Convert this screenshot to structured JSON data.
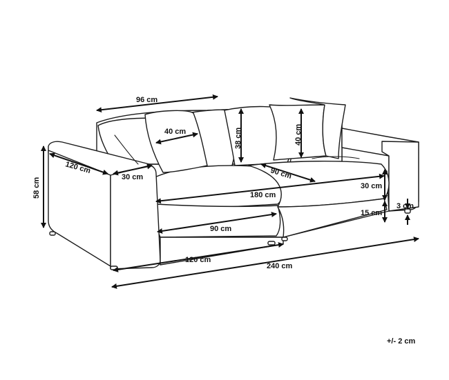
{
  "dimensions": {
    "backrest_width": "96 cm",
    "pillow_small_width": "40 cm",
    "backrest_height": "38 cm",
    "pillow_height": "40 cm",
    "armrest_depth": "120 cm",
    "armrest_width": "30 cm",
    "total_height": "58 cm",
    "seat_depth_right": "90 cm",
    "inner_seat_width": "180 cm",
    "seat_height_right": "30 cm",
    "seat_base_height": "15 cm",
    "leg_height": "3 cm",
    "seat_cushion_width": "90 cm",
    "base_width": "120 cm",
    "total_width": "240 cm"
  },
  "tolerance": "+/- 2 cm",
  "colors": {
    "line": "#1a1a1a",
    "background": "#ffffff"
  }
}
